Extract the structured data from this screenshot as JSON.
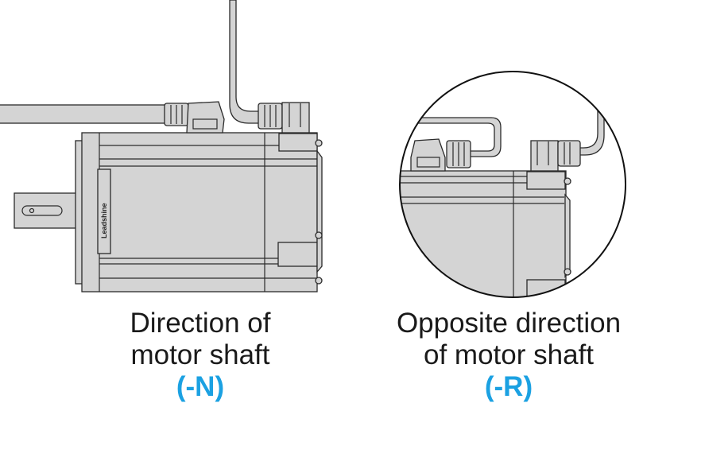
{
  "brand_logo": "Leadshine",
  "left": {
    "line1": "Direction of",
    "line2": "motor shaft",
    "code": "(-N)"
  },
  "right": {
    "line1": "Opposite direction",
    "line2": "of motor shaft",
    "code": "(-R)"
  },
  "colors": {
    "code": "#1ba1e2",
    "body": "#d4d4d4"
  }
}
